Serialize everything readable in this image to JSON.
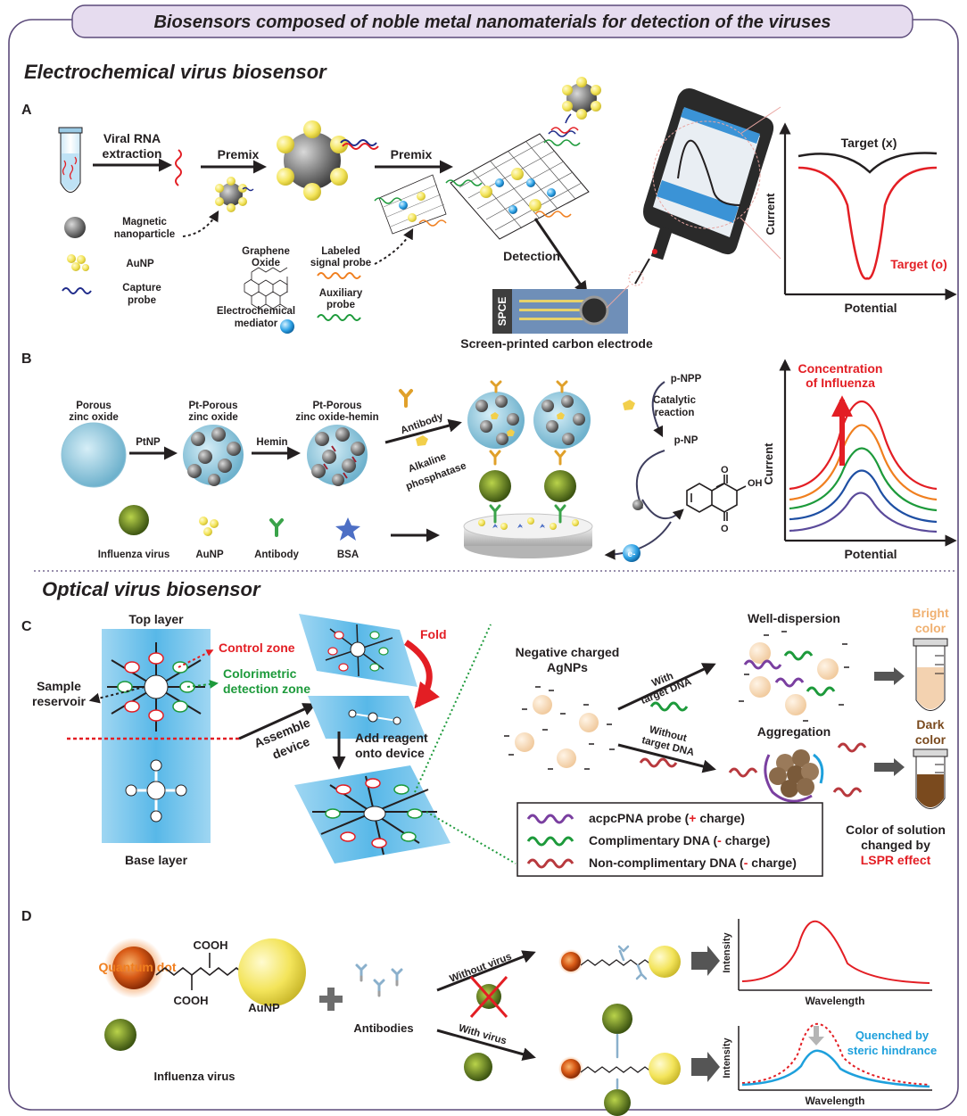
{
  "title": "Biosensors composed of noble metal nanomaterials for detection of the viruses",
  "sections": {
    "electrochemical": "Electrochemical virus biosensor",
    "optical": "Optical virus biosensor"
  },
  "panelA": {
    "letter": "A",
    "viral_rna_1": "Viral RNA",
    "viral_rna_2": "extraction",
    "premix1": "Premix",
    "premix2": "Premix",
    "legend_magnetic_1": "Magnetic",
    "legend_magnetic_2": "nanoparticle",
    "legend_aunp": "AuNP",
    "legend_capture_1": "Capture",
    "legend_capture_2": "probe",
    "graphene_1": "Graphene",
    "graphene_2": "Oxide",
    "labeled_1": "Labeled",
    "labeled_2": "signal probe",
    "auxiliary_1": "Auxiliary",
    "auxiliary_2": "probe",
    "mediator_1": "Electrochemical",
    "mediator_2": "mediator",
    "detection": "Detection",
    "spce": "SPCE",
    "spce_caption": "Screen-printed carbon electrode",
    "graph_target_x": "Target (x)",
    "graph_target_o": "Target (o)",
    "graph_ylabel": "Current",
    "graph_xlabel": "Potential"
  },
  "panelB": {
    "letter": "B",
    "porous_1": "Porous",
    "porous_2": "zinc oxide",
    "pt_porous_1": "Pt-Porous",
    "pt_porous_2": "zinc oxide",
    "pt_hemin_1": "Pt-Porous",
    "pt_hemin_2": "zinc oxide-hemin",
    "ptnp": "PtNP",
    "hemin": "Hemin",
    "antibody_arrow": "Antibody",
    "alkaline_1": "Alkaline",
    "alkaline_2": "phosphatase",
    "pnpp": "p-NPP",
    "catalytic_1": "Catalytic",
    "catalytic_2": "reaction",
    "pnp": "p-NP",
    "electron": "e-",
    "legend_influenza": "Influenza virus",
    "legend_aunp": "AuNP",
    "legend_antibody": "Antibody",
    "legend_bsa": "BSA",
    "graph_conc_1": "Concentration",
    "graph_conc_2": "of Influenza",
    "graph_ylabel": "Current",
    "graph_xlabel": "Potential"
  },
  "panelC": {
    "letter": "C",
    "top_layer": "Top layer",
    "base_layer": "Base layer",
    "control_zone": "Control zone",
    "colorimetric_1": "Colorimetric",
    "colorimetric_2": "detection zone",
    "sample_1": "Sample",
    "sample_2": "reservoir",
    "assemble_1": "Assemble",
    "assemble_2": "device",
    "fold": "Fold",
    "add_reagent_1": "Add reagent",
    "add_reagent_2": "onto device",
    "agnps_1": "Negative charged",
    "agnps_2": "AgNPs",
    "with_1": "With",
    "with_2": "target DNA",
    "without_1": "Without",
    "without_2": "target DNA",
    "well_dispersion": "Well-dispersion",
    "aggregation": "Aggregation",
    "bright_1": "Bright",
    "bright_2": "color",
    "dark_1": "Dark",
    "dark_2": "color",
    "color_change_1": "Color of solution",
    "color_change_2": "changed by",
    "color_change_3": "LSPR effect",
    "legend_pna": "acpcPNA probe (",
    "legend_pna_sign": "+",
    "legend_pna_end": " charge)",
    "legend_comp": "Complimentary DNA (",
    "legend_comp_sign": "-",
    "legend_comp_end": " charge)",
    "legend_noncomp": "Non-complimentary DNA (",
    "legend_noncomp_sign": "-",
    "legend_noncomp_end": " charge)"
  },
  "panelD": {
    "letter": "D",
    "quantum_dot": "Quantum dot",
    "cooh_top": "COOH",
    "cooh_bottom": "COOH",
    "aunp": "AuNP",
    "antibodies": "Antibodies",
    "influenza": "Influenza virus",
    "without_virus": "Without virus",
    "with_virus": "With virus",
    "graph1_ylabel": "Intensity",
    "graph1_xlabel": "Wavelength",
    "graph2_ylabel": "Intensity",
    "graph2_xlabel": "Wavelength",
    "quenched_1": "Quenched by",
    "quenched_2": "steric hindrance"
  },
  "colors": {
    "title_bg": "#e6dcef",
    "frame": "#5b4a7a",
    "red": "#e31e24",
    "green": "#1d9a3b",
    "blue_paper": "#58b8e8",
    "gold": "#f3e45a",
    "orange": "#f07f1f",
    "quench_blue": "#1ea0dc",
    "tan": "#f0c89a",
    "brown": "#7a4a1e"
  }
}
